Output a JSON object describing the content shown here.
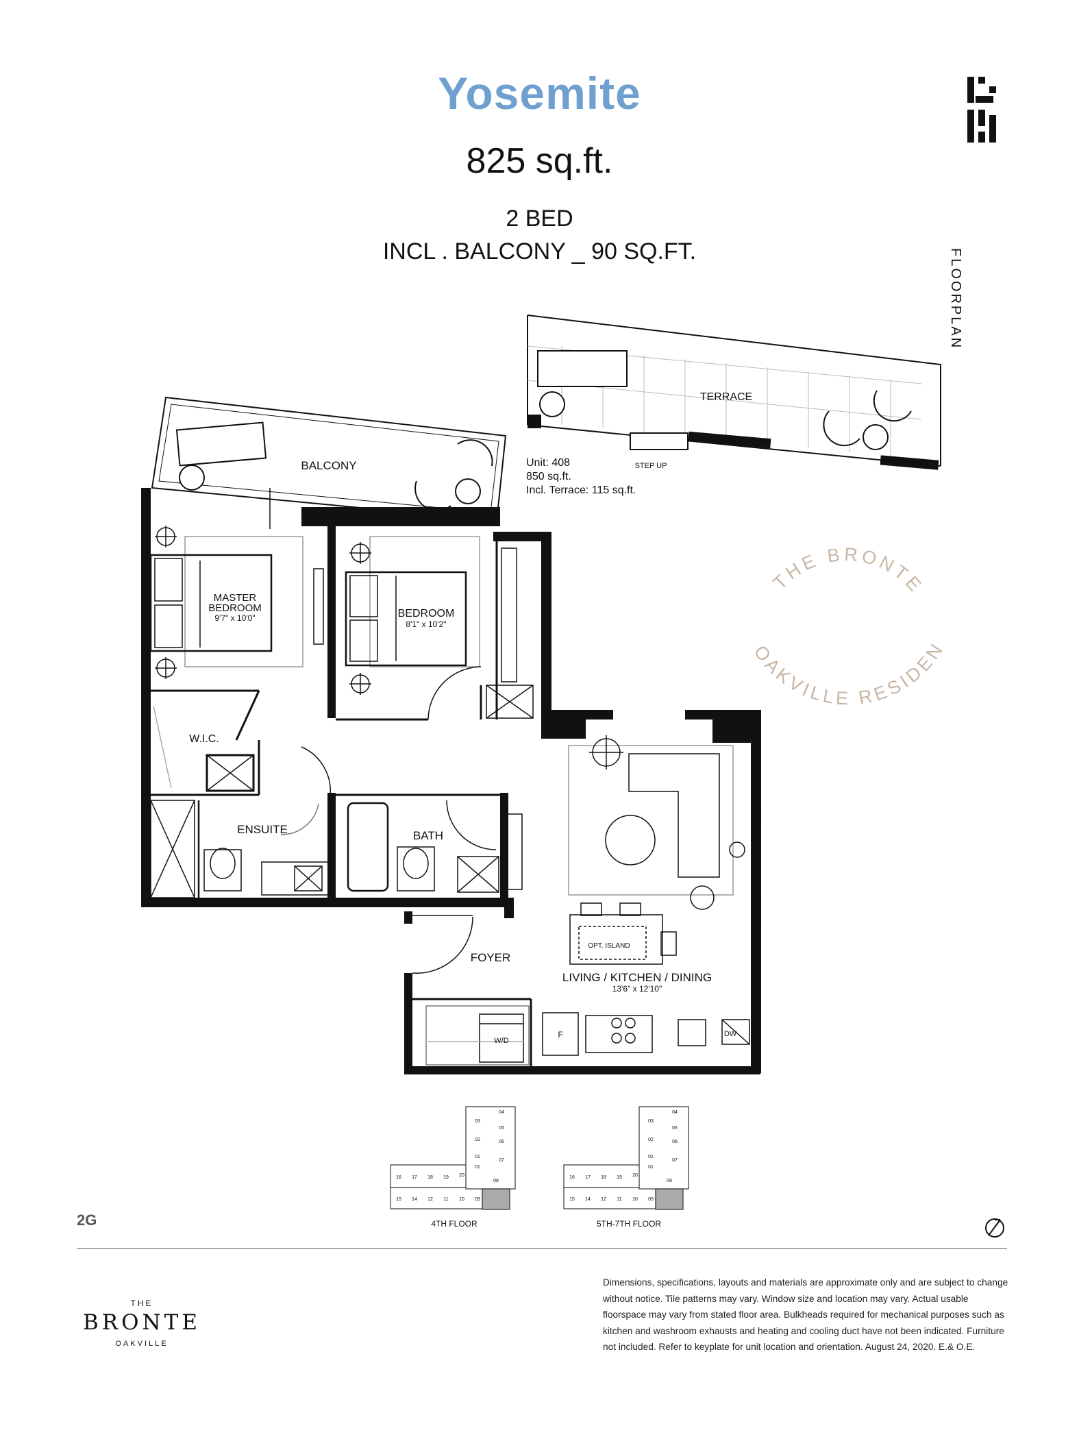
{
  "header": {
    "title": "Yosemite",
    "area": "825 sq.ft.",
    "bedrooms": "2 BED",
    "balcony": "INCL . BALCONY _ 90 SQ.FT.",
    "side_label": "FLOORPLAN"
  },
  "plan": {
    "balcony": "BALCONY",
    "terrace": "TERRACE",
    "step_up": "STEP UP",
    "unit_info": [
      "Unit: 408",
      "850 sq.ft.",
      "Incl. Terrace: 115 sq.ft."
    ],
    "master_bedroom": {
      "name_line1": "MASTER",
      "name_line2": "BEDROOM",
      "size": "9'7\" x 10'0\""
    },
    "bedroom": {
      "name": "BEDROOM",
      "size": "8'1\" x 10'2\""
    },
    "wic": "W.I.C.",
    "ensuite": "ENSUITE",
    "bath": "BATH",
    "foyer": "FOYER",
    "island": "OPT. ISLAND",
    "living": {
      "name": "LIVING / KITCHEN / DINING",
      "size": "13'6\" x 12'10\""
    },
    "wd": "W/D",
    "fridge": "F",
    "dw": "DW"
  },
  "watermark": {
    "line1": "THE BRONTE",
    "line2": "OAKVILLE RESIDENCES"
  },
  "keyplates": {
    "left_caption": "4TH FLOOR",
    "right_caption": "5TH-7TH FLOOR",
    "top_units": [
      "16",
      "17",
      "18",
      "19",
      "20",
      "01"
    ],
    "bottom_units": [
      "15",
      "14",
      "12",
      "11",
      "10",
      "09"
    ],
    "wing_units_left": [
      "03",
      "02",
      "01"
    ],
    "wing_units_right": [
      "04",
      "05",
      "06",
      "07",
      "08"
    ]
  },
  "footer": {
    "plan_code": "2G",
    "brand_the": "THE",
    "brand_name": "BRONTE",
    "brand_city": "OAKVILLE",
    "disclaimer": "Dimensions, specifications, layouts and materials are approximate only and are subject to change without notice. Tile patterns may vary. Window size and location may vary. Actual usable floorspace may vary from stated floor area. Bulkheads required for mechanical purposes such as kitchen and washroom exhausts and heating and cooling duct have not been indicated.  Furniture not included. Refer to keyplate for unit location and orientation. August 24, 2020. E.& O.E."
  },
  "colors": {
    "title": "#6fa0d0",
    "watermark": "#c9b6a2",
    "walls": "#111111"
  }
}
